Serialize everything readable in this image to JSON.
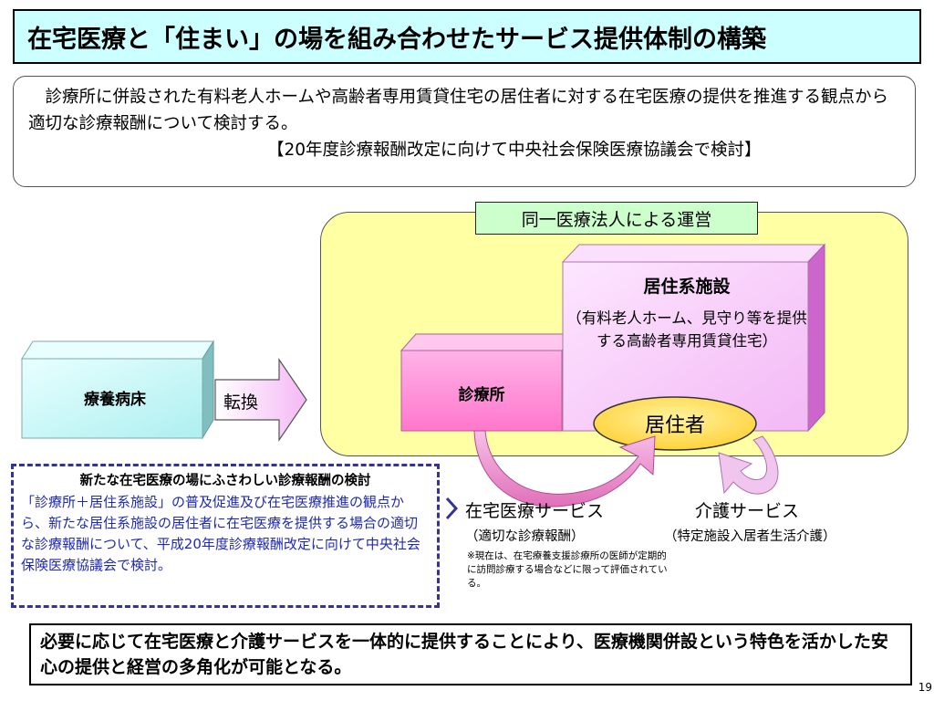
{
  "title": "在宅医療と「住まい」の場を組み合わせたサービス提供体制の構築",
  "intro": {
    "paragraph": "診療所に併設された有料老人ホームや高齢者専用賃貸住宅の居住者に対する在宅医療の提供を推進する観点から適切な診療報酬について検討する。",
    "reference": "【20年度診療報酬改定に向けて中央社会保険医療協議会で検討】"
  },
  "operation": {
    "label": "同一医療法人による運営"
  },
  "legacy_bed": {
    "label": "療養病床"
  },
  "conversion": {
    "label": "転換"
  },
  "clinic": {
    "label": "診療所"
  },
  "residential_facility": {
    "title": "居住系施設",
    "description": "（有料老人ホーム、見守り等を提供する高齢者専用賃貸住宅）"
  },
  "resident": {
    "label": "居住者"
  },
  "new_setting": {
    "heading": "新たな在宅医療の場にふさわしい診療報酬の検討",
    "body": "「診療所＋居住系施設」の普及促進及び在宅医療推進の観点から、新たな居住系施設の居住者に在宅医療を提供する場合の適切な診療報酬について、平成20年度診療報酬改定に向けて中央社会保険医療協議会で検討。"
  },
  "services": {
    "home_medical": {
      "label": "在宅医療サービス",
      "sub": "（適切な診療報酬）"
    },
    "care": {
      "label": "介護サービス",
      "sub": "（特定施設入居者生活介護）"
    }
  },
  "note": "※現在は、在宅療養支援診療所の医師が定期的に訪問診療する場合などに限って評価されている。",
  "conclusion": "必要に応じて在宅医療と介護サービスを一体的に提供することにより、医療機関併設という特色を活かした安心の提供と経営の多角化が可能となる。",
  "page_number": "19",
  "colors": {
    "title_bg": "#ccffff",
    "operation_bg": "#ffffa3",
    "operation_label_bg": "#ccffcc",
    "legacy_bed_front": "#ccffff",
    "clinic_front": "#ff99dd",
    "residential_front": "#ffccff",
    "resident_fill": "#ffe566",
    "new_setting_border": "#333399",
    "new_setting_text": "#1f2ab0"
  }
}
